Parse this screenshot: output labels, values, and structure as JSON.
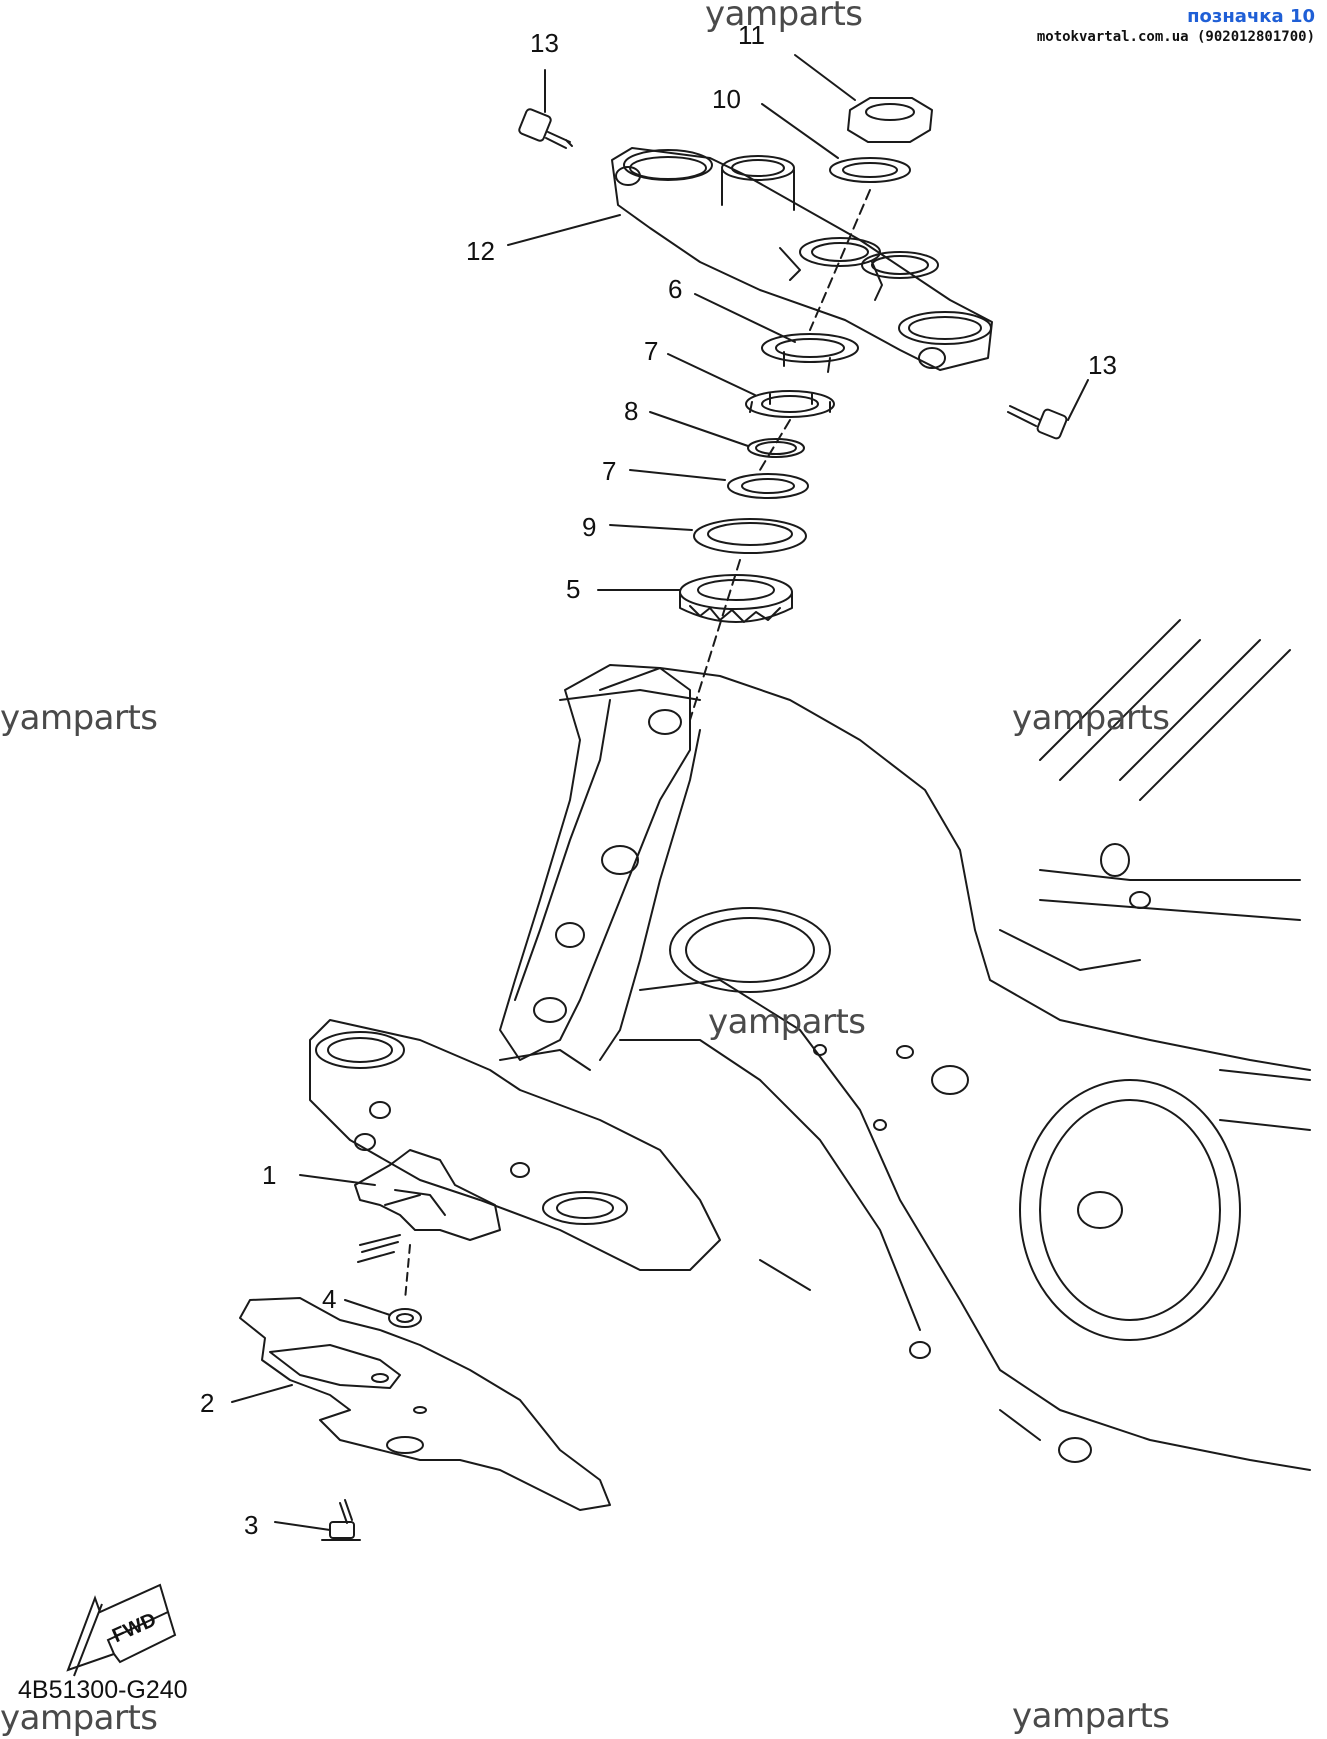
{
  "header": {
    "title": "позначка 10",
    "site": "motokvartal.com.ua (902012801700)"
  },
  "watermarks": [
    "yamparts",
    "yamparts",
    "yamparts",
    "yamparts",
    "yamparts",
    "yamparts"
  ],
  "callouts": [
    "13",
    "11",
    "10",
    "12",
    "6",
    "7",
    "13",
    "8",
    "7",
    "9",
    "5",
    "1",
    "4",
    "2",
    "3"
  ],
  "fwd_label": "FWD",
  "diagram_code": "4B51300-G240",
  "colors": {
    "header_title": "#1f5fd6",
    "line": "#1a1a1a"
  }
}
